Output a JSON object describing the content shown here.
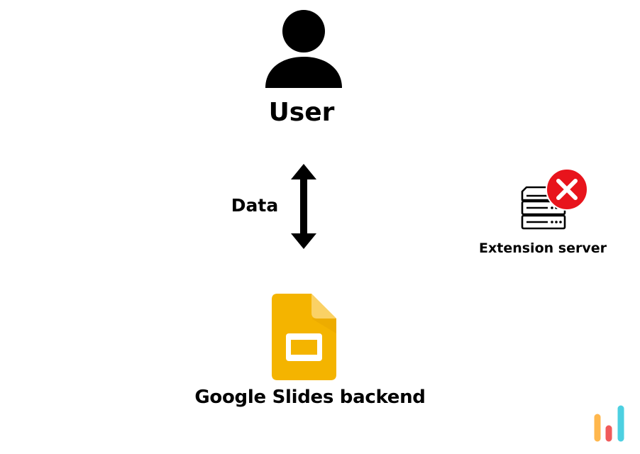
{
  "user": {
    "label": "User",
    "icon": "user-icon"
  },
  "connection": {
    "label": "Data",
    "icon": "double-arrow-vertical-icon"
  },
  "extension_server": {
    "label": "Extension server",
    "icon": "server-icon",
    "status_icon": "error-x-icon",
    "status_color": "#e8141c"
  },
  "backend": {
    "label": "Google Slides backend",
    "icon": "google-slides-icon",
    "colors": {
      "body": "#f4b400",
      "fold": "#fad165",
      "window": "#ffffff"
    }
  },
  "logo": {
    "icon": "bar-logo-icon",
    "colors": [
      "#ffb74d",
      "#f05a5a",
      "#4dd0e1"
    ]
  }
}
